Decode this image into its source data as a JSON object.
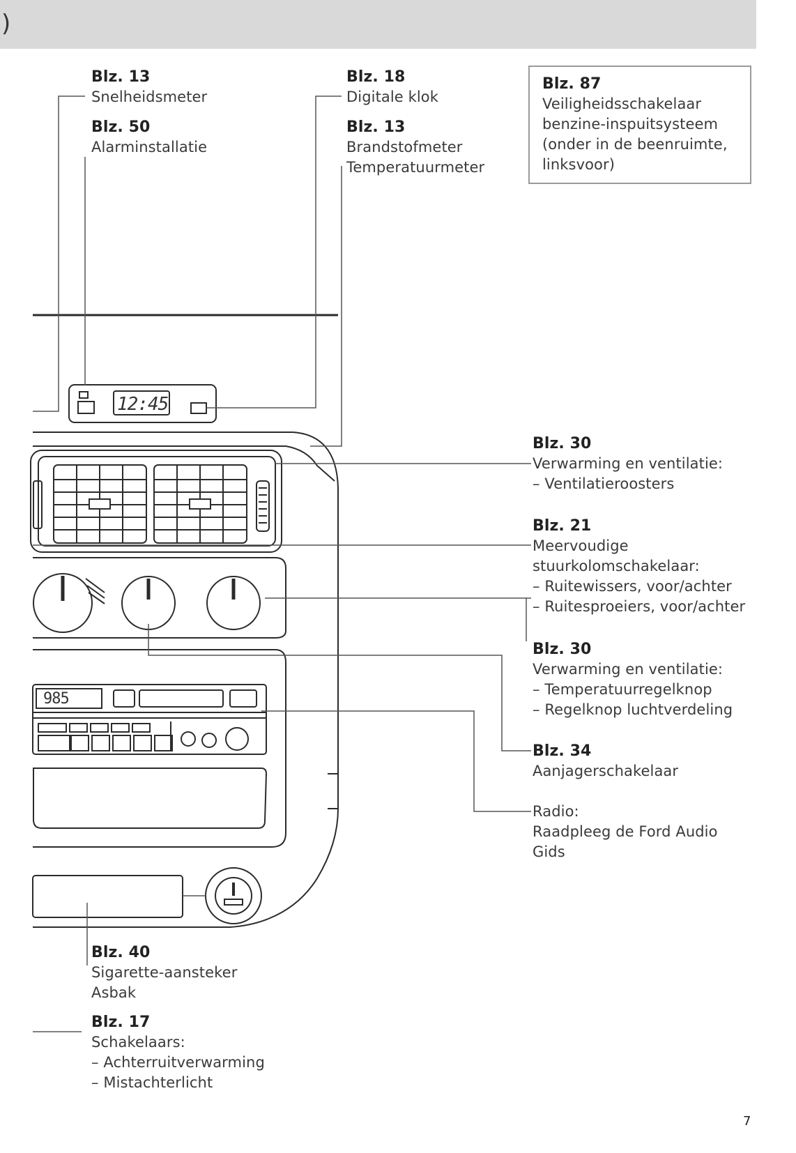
{
  "header": {
    "mark": ")"
  },
  "clock_display": "12:45",
  "radio_display": "985",
  "page_number": "7",
  "callouts": {
    "speedometer": {
      "ref": "Blz. 13",
      "lines": [
        "Snelheidsmeter"
      ]
    },
    "alarm": {
      "ref": "Blz. 50",
      "lines": [
        "Alarminstallatie"
      ]
    },
    "clock": {
      "ref": "Blz. 18",
      "lines": [
        "Digitale klok"
      ]
    },
    "gauges": {
      "ref": "Blz. 13",
      "lines": [
        "Brandstofmeter",
        "Temperatuurmeter"
      ]
    },
    "safety_switch": {
      "ref": "Blz. 87",
      "lines": [
        "Veiligheidsschakelaar",
        "benzine-inspuitsysteem",
        "(onder in de beenruimte,",
        "linksvoor)"
      ]
    },
    "vents": {
      "ref": "Blz. 30",
      "lines": [
        "Verwarming en ventilatie:",
        "– Ventilatieroosters"
      ]
    },
    "column_switch": {
      "ref": "Blz. 21",
      "lines": [
        "Meervoudige",
        "stuurkolomschakelaar:",
        "– Ruitewissers, voor/achter",
        "– Ruitesproeiers, voor/achter"
      ]
    },
    "heating_controls": {
      "ref": "Blz. 30",
      "lines": [
        "Verwarming en ventilatie:",
        "– Temperatuurregelknop",
        "– Regelknop luchtverdeling"
      ]
    },
    "blower": {
      "ref": "Blz. 34",
      "lines": [
        "Aanjagerschakelaar"
      ]
    },
    "radio": {
      "ref": "",
      "lines": [
        "Radio:",
        "Raadpleeg de Ford Audio",
        "Gids"
      ]
    },
    "lighter": {
      "ref": "Blz. 40",
      "lines": [
        "Sigarette-aansteker",
        "Asbak"
      ]
    },
    "switches": {
      "ref": "Blz. 17",
      "lines": [
        "Schakelaars:",
        "– Achterruitverwarming",
        "– Mistachterlicht"
      ]
    }
  }
}
